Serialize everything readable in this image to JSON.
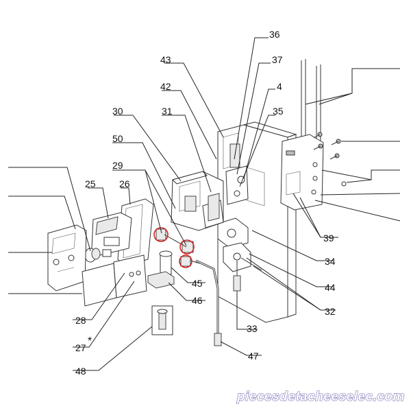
{
  "diagram": {
    "labels": [
      "36",
      "43",
      "37",
      "42",
      "4",
      "30",
      "31",
      "35",
      "50",
      "29",
      "25",
      "26",
      "39",
      "34",
      "45",
      "46",
      "44",
      "32",
      "28",
      "27",
      "33",
      "47",
      "48"
    ],
    "watermark": "piecesdetacheeselec.com"
  }
}
